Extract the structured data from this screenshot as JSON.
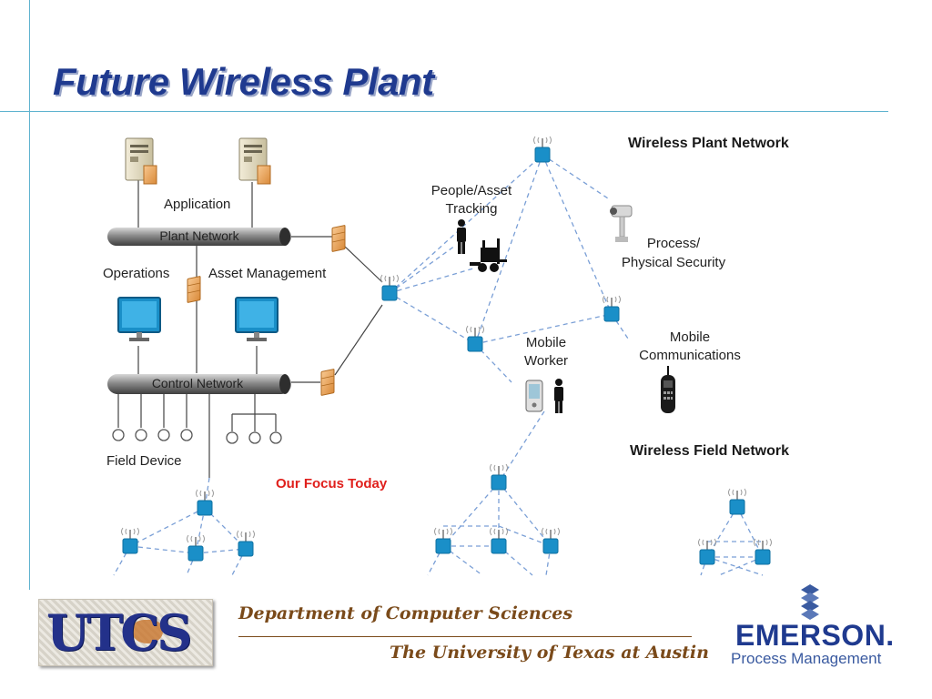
{
  "slide": {
    "title": "Future Wireless Plant"
  },
  "diagram": {
    "labels": {
      "application": "Application",
      "plant_network": "Plant Network",
      "operations": "Operations",
      "asset_management": "Asset Management",
      "control_network": "Control Network",
      "field_device": "Field Device",
      "our_focus": "Our Focus Today",
      "people_asset_line1": "People/Asset",
      "people_asset_line2": "Tracking",
      "process_line1": "Process/",
      "process_line2": "Physical Security",
      "mobile_worker_line1": "Mobile",
      "mobile_worker_line2": "Worker",
      "mobile_comm_line1": "Mobile",
      "mobile_comm_line2": "Communications",
      "wireless_plant_network": "Wireless Plant Network",
      "wireless_field_network": "Wireless Field Network"
    },
    "colors": {
      "node": "#1a8fc8",
      "wireless_link": "#7a9fd6",
      "firewall": "#e8a050",
      "pipe": "#6a6a6a",
      "focus_text": "#e0201c"
    }
  },
  "footer": {
    "department": "Department of Computer Sciences",
    "university": "The University of Texas at Austin",
    "utcs_logo_text": "UTCS",
    "emerson_name": "EMERSON.",
    "emerson_sub": "Process Management"
  }
}
